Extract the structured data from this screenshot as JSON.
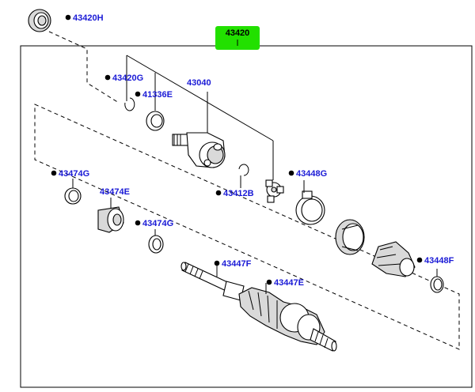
{
  "colors": {
    "label": "#1a1ad6",
    "highlight": "#22e000",
    "line": "#000000"
  },
  "main_part": {
    "number": "43420"
  },
  "callouts": [
    {
      "key": "43420H",
      "text": "43420H",
      "bullet": true
    },
    {
      "key": "43420G",
      "text": "43420G",
      "bullet": true
    },
    {
      "key": "43040",
      "text": "43040",
      "bullet": false
    },
    {
      "key": "41336E",
      "text": "41336E",
      "bullet": true
    },
    {
      "key": "43474G_a",
      "text": "43474G",
      "bullet": true
    },
    {
      "key": "43412B",
      "text": "43412B",
      "bullet": true
    },
    {
      "key": "43448G",
      "text": "43448G",
      "bullet": true
    },
    {
      "key": "43474E",
      "text": "43474E",
      "bullet": false
    },
    {
      "key": "43474G_b",
      "text": "43474G",
      "bullet": true
    },
    {
      "key": "43447F",
      "text": "43447F",
      "bullet": true
    },
    {
      "key": "43447E",
      "text": "43447E",
      "bullet": true
    },
    {
      "key": "43448F",
      "text": "43448F",
      "bullet": true
    }
  ]
}
